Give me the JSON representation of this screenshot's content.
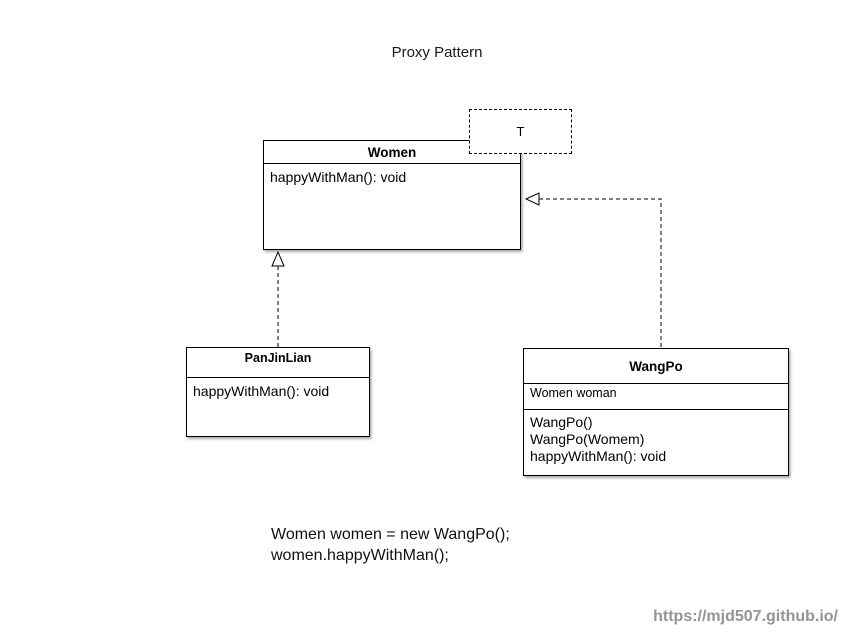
{
  "title": "Proxy Pattern",
  "type_param": "T",
  "classes": {
    "women": {
      "name": "Women",
      "methods": [
        "happyWithMan(): void"
      ]
    },
    "panjinlian": {
      "name": "PanJinLian",
      "methods": [
        "happyWithMan(): void"
      ]
    },
    "wangpo": {
      "name": "WangPo",
      "fields": [
        "Women woman"
      ],
      "methods": [
        "WangPo()",
        "WangPo(Womem)",
        "happyWithMan(): void"
      ]
    }
  },
  "relations": [
    {
      "from": "PanJinLian",
      "to": "Women",
      "type": "realization",
      "line": "dashed",
      "arrowhead": "hollow-triangle"
    },
    {
      "from": "WangPo",
      "to": "Women",
      "type": "realization",
      "line": "dashed",
      "arrowhead": "hollow-triangle"
    }
  ],
  "code_snippet": {
    "lines": [
      "Women women = new WangPo();",
      "women.happyWithMan();"
    ]
  },
  "watermark": "https://mjd507.github.io/",
  "colors": {
    "background": "#ffffff",
    "stroke": "#000000",
    "class_fill": "#ffffff",
    "watermark": "#949494"
  }
}
